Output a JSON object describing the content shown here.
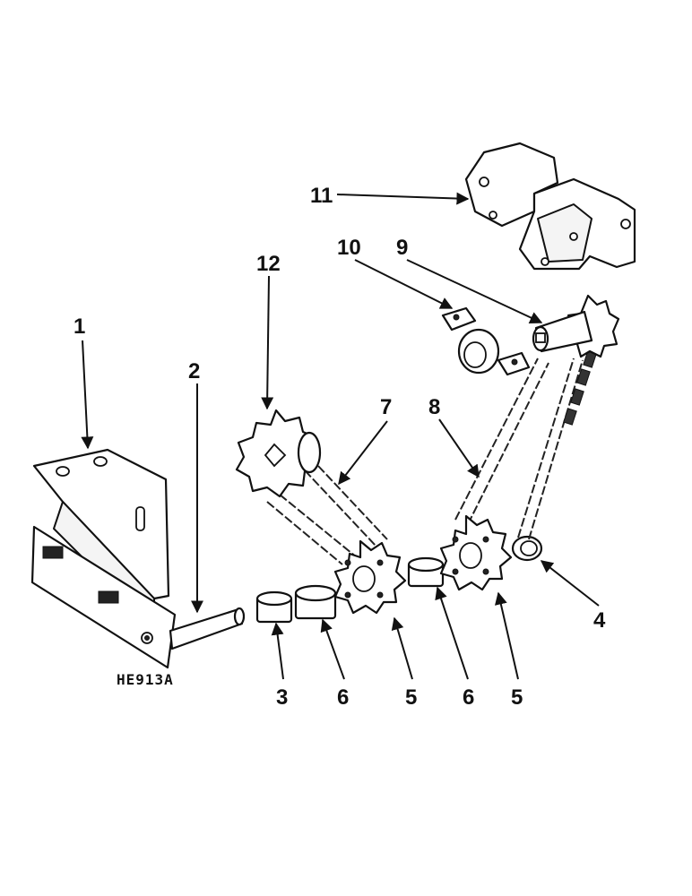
{
  "drawing_id": "HE913A",
  "callouts": [
    {
      "id": "1",
      "label": "1"
    },
    {
      "id": "2",
      "label": "2"
    },
    {
      "id": "3",
      "label": "3"
    },
    {
      "id": "4",
      "label": "4"
    },
    {
      "id": "5a",
      "label": "5"
    },
    {
      "id": "5b",
      "label": "5"
    },
    {
      "id": "6a",
      "label": "6"
    },
    {
      "id": "6b",
      "label": "6"
    },
    {
      "id": "7",
      "label": "7"
    },
    {
      "id": "8",
      "label": "8"
    },
    {
      "id": "9",
      "label": "9"
    },
    {
      "id": "10",
      "label": "10"
    },
    {
      "id": "11",
      "label": "11"
    },
    {
      "id": "12",
      "label": "12"
    }
  ]
}
